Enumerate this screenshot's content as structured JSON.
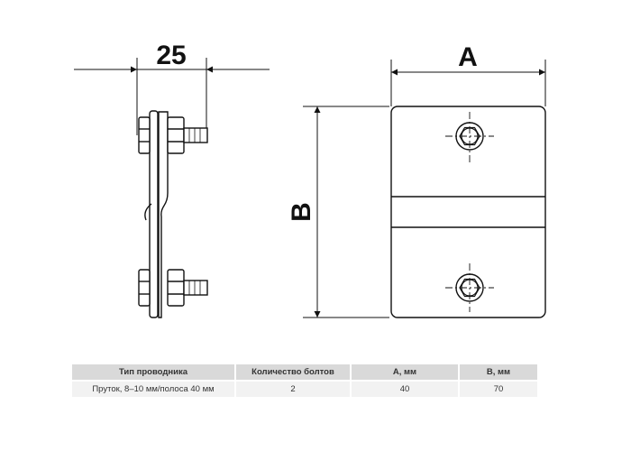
{
  "drawing": {
    "dim_width_side": "25",
    "dim_width_front": "A",
    "dim_height_front": "B"
  },
  "table": {
    "headers": [
      "Тип проводника",
      "Количество болтов",
      "A, мм",
      "B, мм"
    ],
    "rows": [
      [
        "Пруток, 8–10 мм/полоса 40 мм",
        "2",
        "40",
        "70"
      ]
    ]
  },
  "colors": {
    "line": "#111111",
    "header_bg": "#d9d9d9",
    "row_bg": "#f2f2f2"
  }
}
